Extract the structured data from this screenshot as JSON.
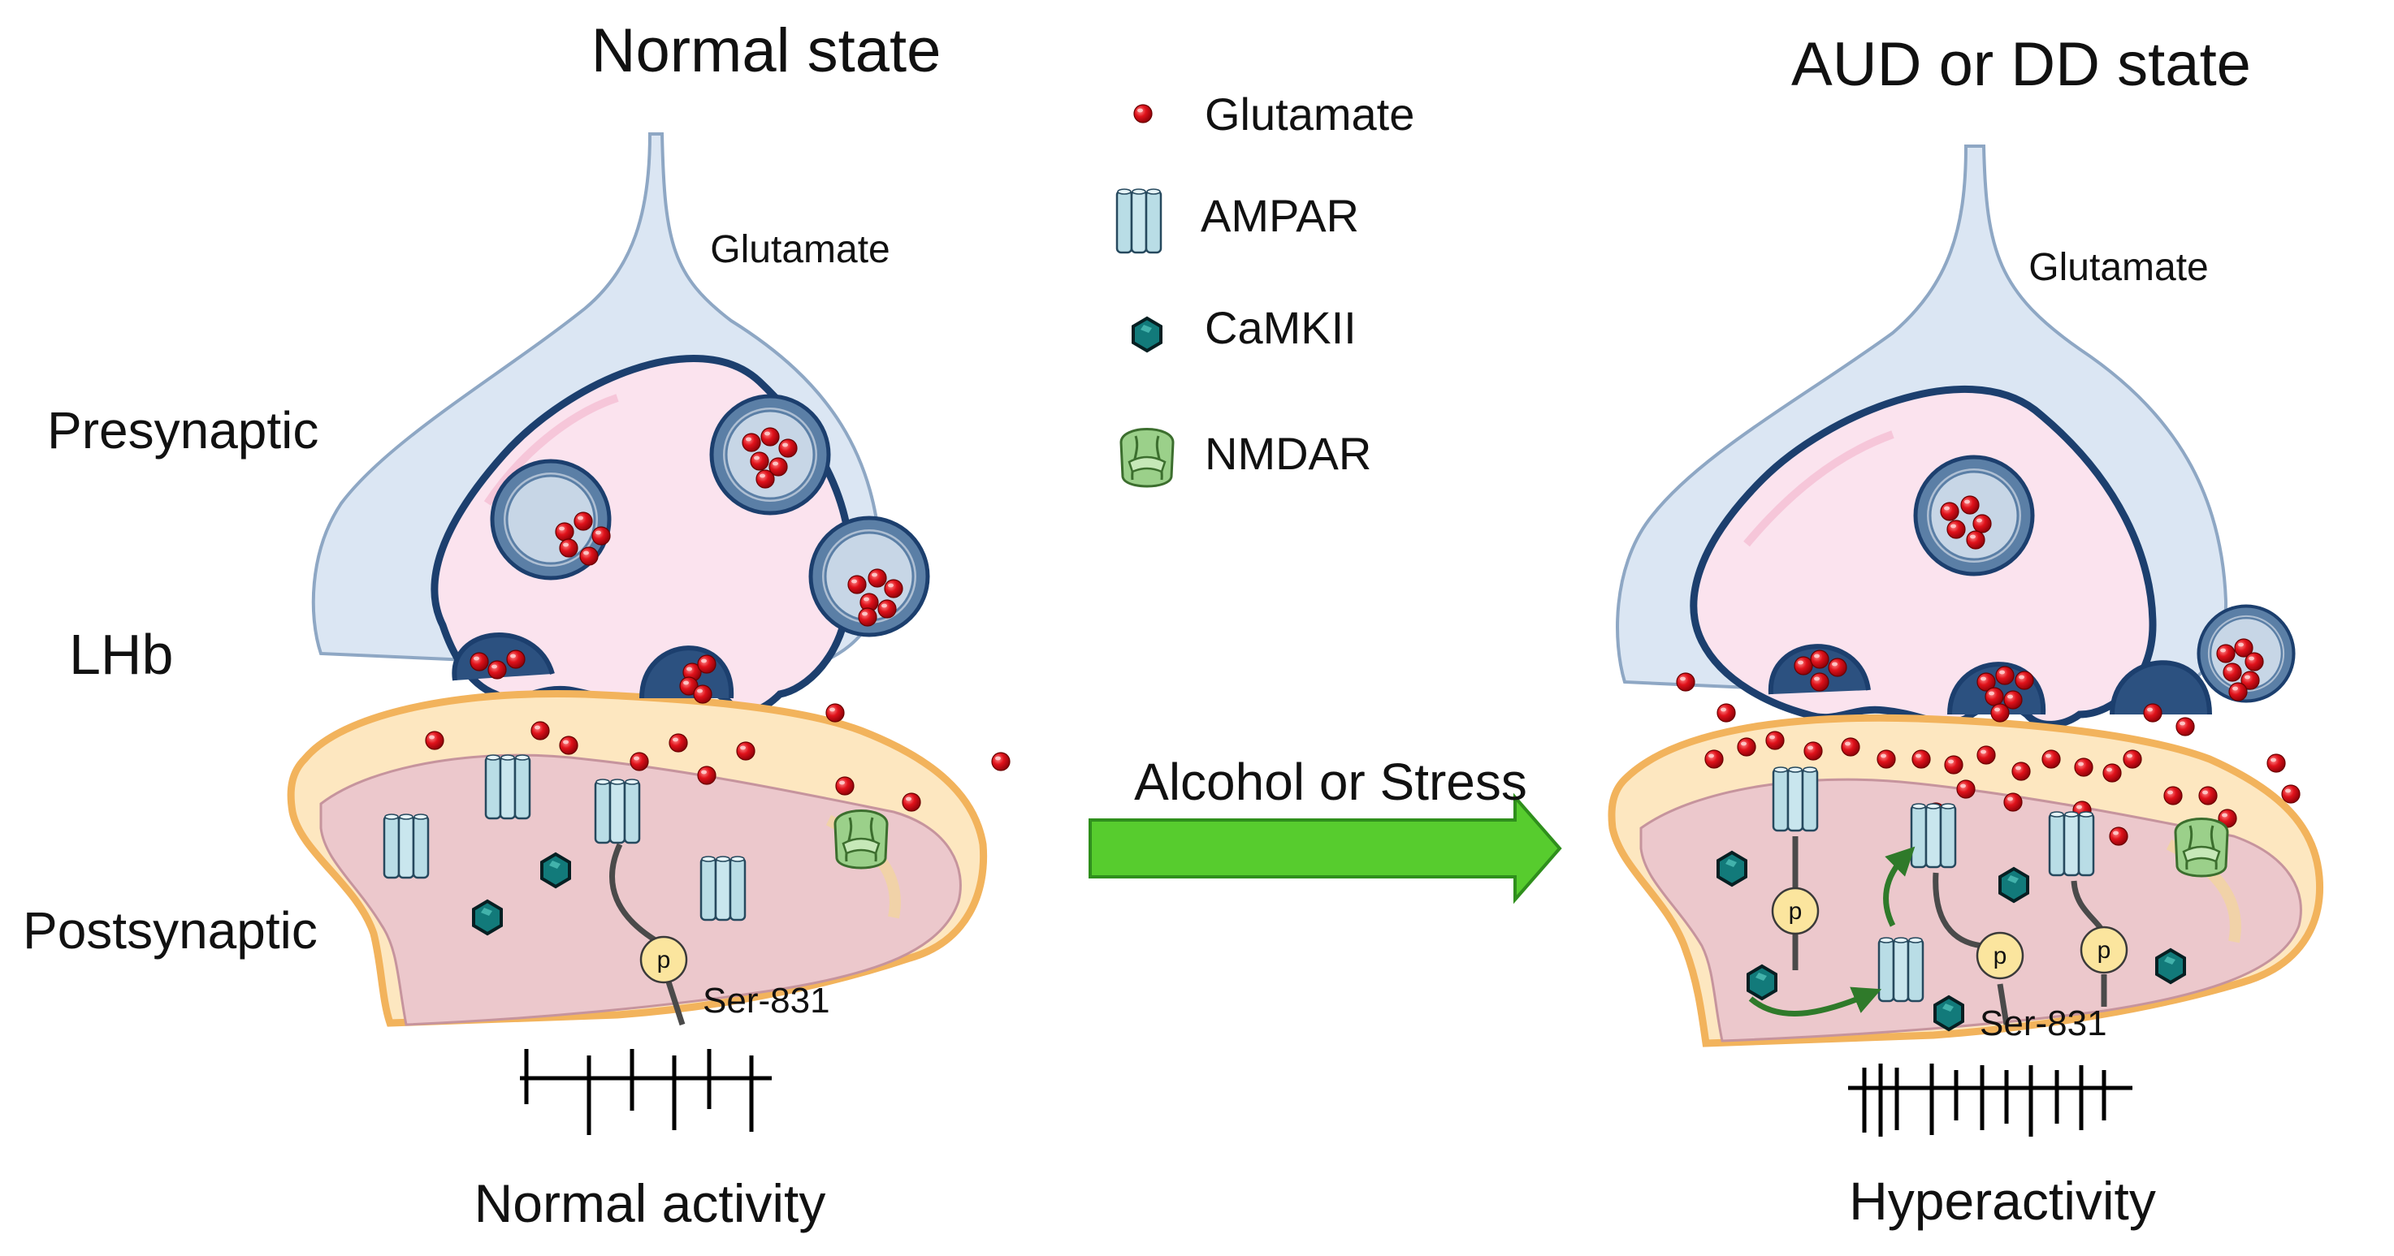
{
  "panels": {
    "normal": {
      "title": "Normal state",
      "presyn_label": "Glutamate",
      "ser_label": "Ser-831",
      "activity_label": "Normal activity"
    },
    "aud": {
      "title": "AUD or DD state",
      "presyn_label": "Glutamate",
      "ser_label": "Ser-831",
      "activity_label": "Hyperactivity"
    }
  },
  "side_labels": {
    "presynaptic": "Presynaptic",
    "region": "LHb",
    "postsynaptic": "Postsynaptic"
  },
  "legend": [
    {
      "label": "Glutamate",
      "icon": "glutamate-dot-icon"
    },
    {
      "label": "AMPAR",
      "icon": "ampar-channel-icon"
    },
    {
      "label": "CaMKII",
      "icon": "camkii-hexagon-icon"
    },
    {
      "label": "NMDAR",
      "icon": "nmdar-receptor-icon"
    }
  ],
  "transition": {
    "label": "Alcohol or Stress",
    "icon": "green-arrow-icon"
  },
  "phospho_label": "p",
  "colors": {
    "axon": "#dbe6f3",
    "terminal": "#fbe3ee",
    "membrane": "#1c3f6e",
    "glutamate": "#e0121b",
    "ampar": "#b9dde6",
    "camkii": "#127a7a",
    "nmdar": "#9bd08a",
    "post_outer": "#fde7c0",
    "post_inner": "#ecc8cc",
    "post_rim": "#f2b35c",
    "arrow": "#57cc2e",
    "phospho": "#fbe59e"
  }
}
